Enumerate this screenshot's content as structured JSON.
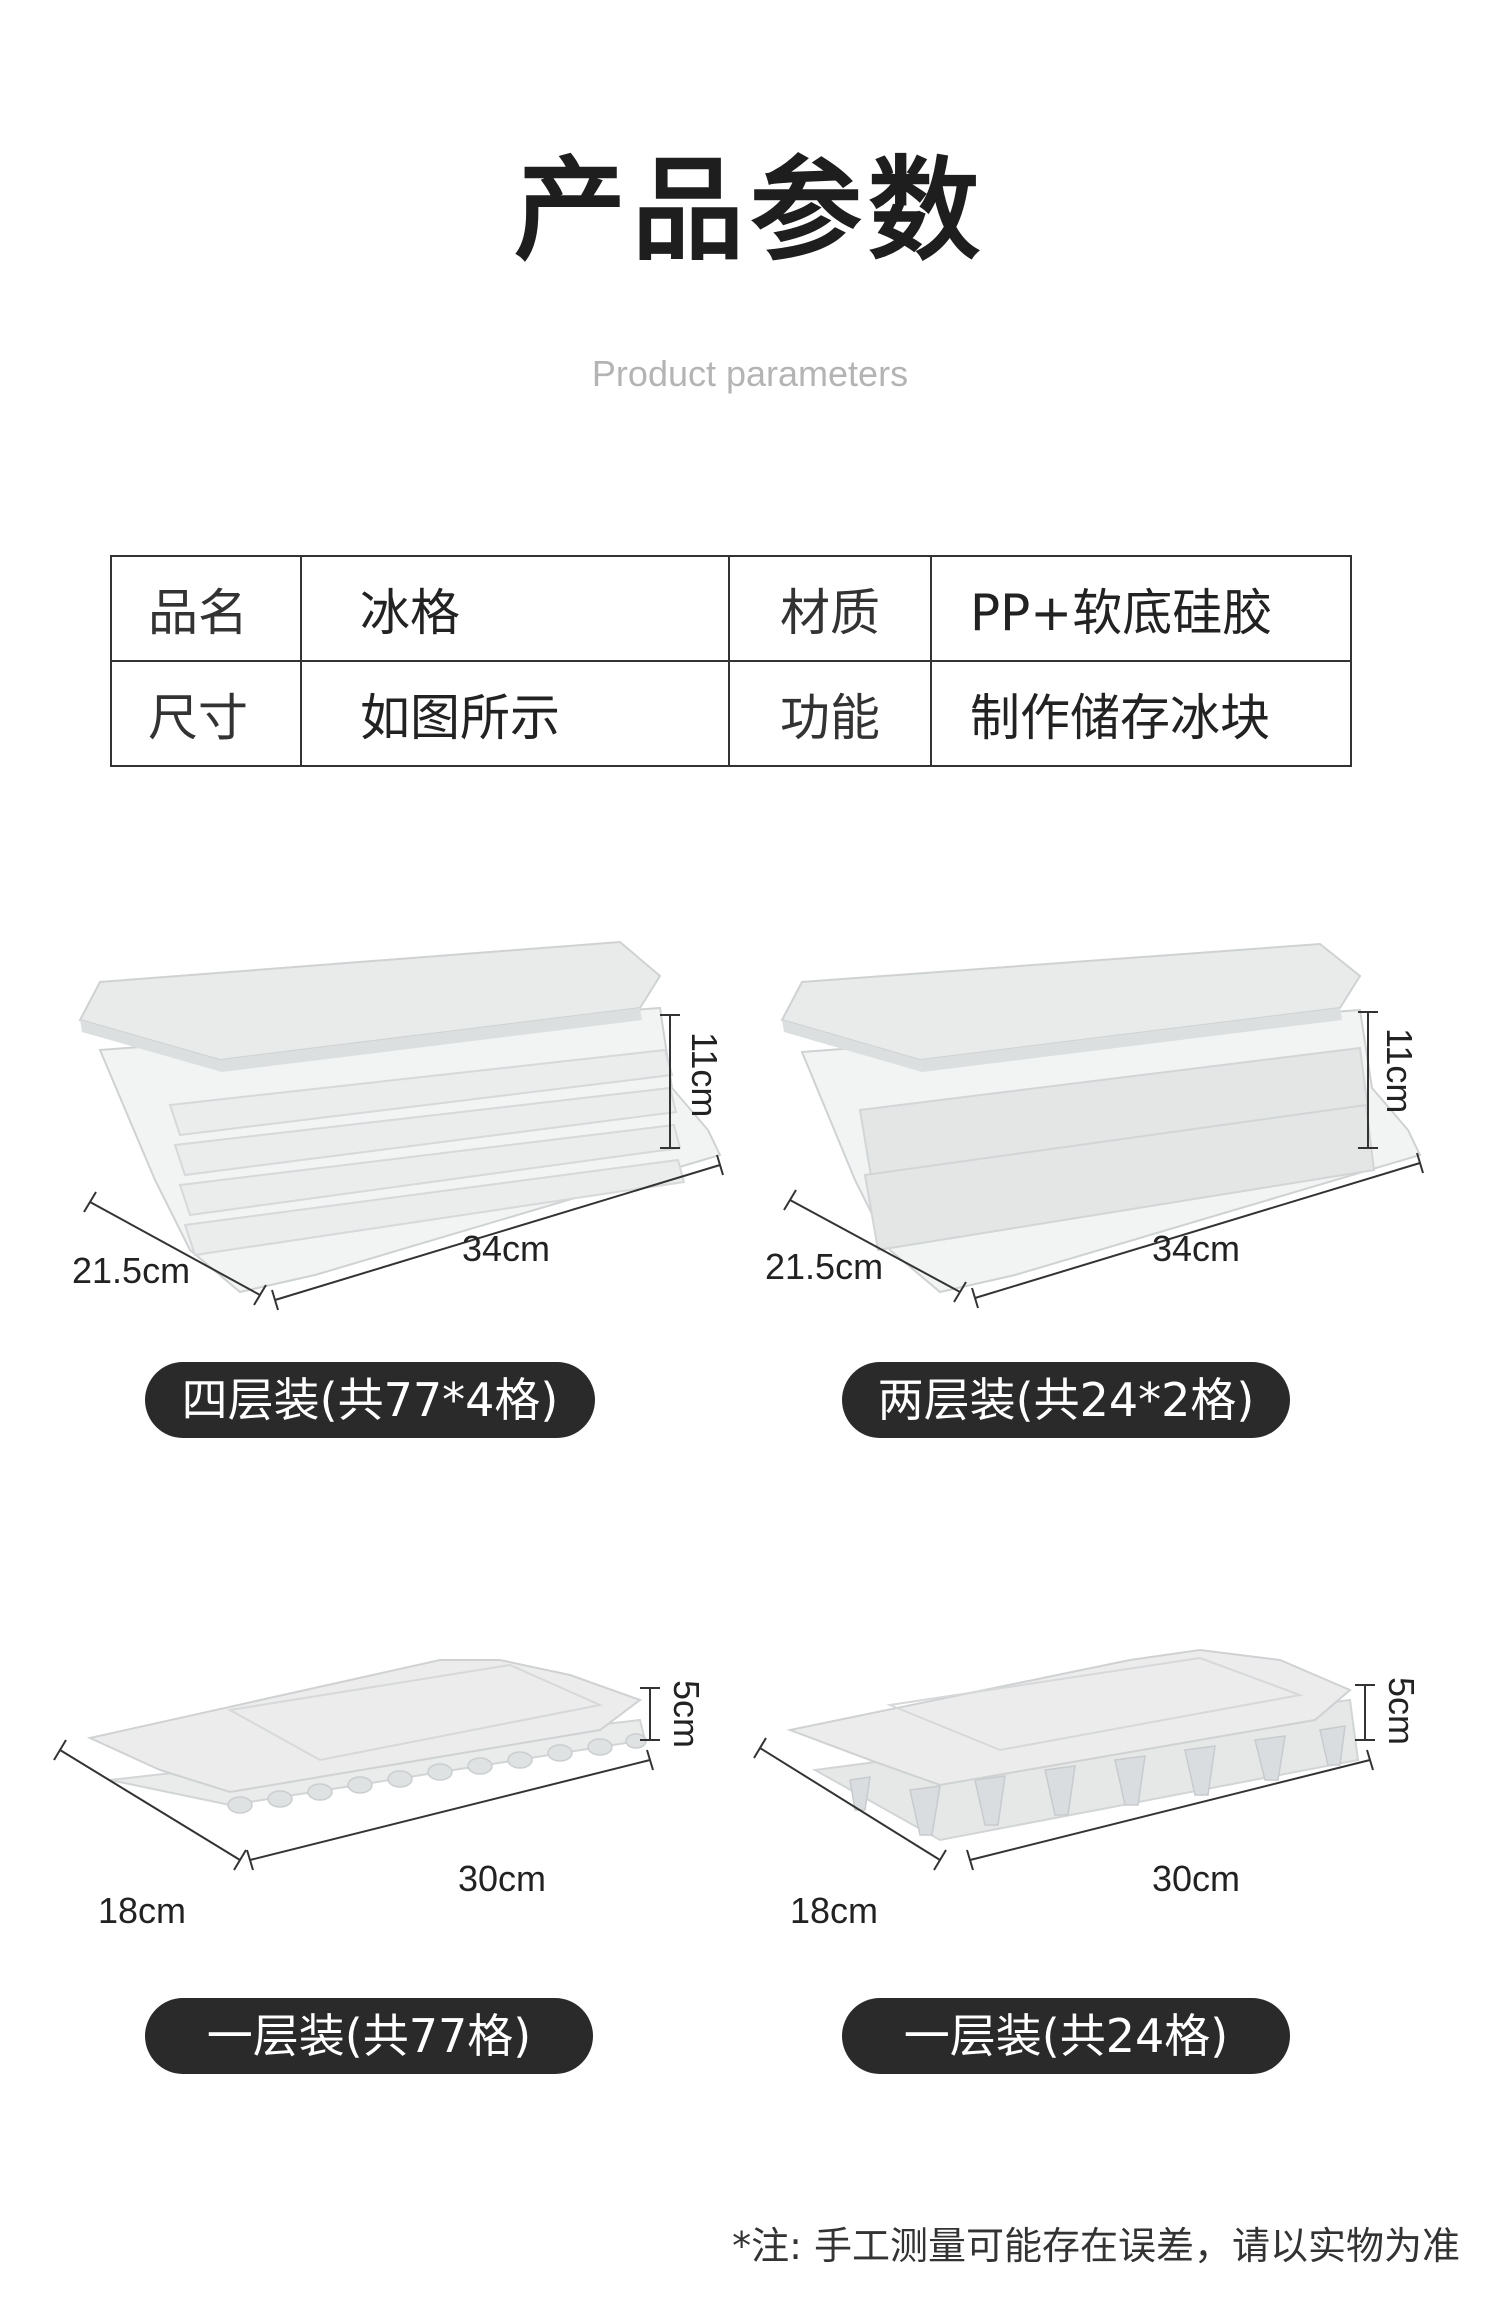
{
  "page": {
    "title": "产品参数",
    "subtitle": "Product parameters"
  },
  "specs": {
    "rows": [
      {
        "k1": "品名",
        "v1": "冰格",
        "k2": "材质",
        "v2": "PP+软底硅胶"
      },
      {
        "k1": "尺寸",
        "v1": "如图所示",
        "k2": "功能",
        "v2": "制作储存冰块"
      }
    ]
  },
  "products": [
    {
      "label": "四层装(共77*4格)",
      "length": "34cm",
      "width": "21.5cm",
      "height": "11cm",
      "layers": 4
    },
    {
      "label": "两层装(共24*2格)",
      "length": "34cm",
      "width": "21.5cm",
      "height": "11cm",
      "layers": 2
    },
    {
      "label": "一层装(共77格)",
      "length": "30cm",
      "width": "18cm",
      "height": "5cm",
      "layers": 1
    },
    {
      "label": "一层装(共24格)",
      "length": "30cm",
      "width": "18cm",
      "height": "5cm",
      "layers": 1
    }
  ],
  "colors": {
    "pill_bg": "#2a2a2a",
    "tray": "#e9eaea",
    "tray_edge": "#cfd2d3"
  },
  "footer": {
    "note": "*注: 手工测量可能存在误差，请以实物为准"
  }
}
